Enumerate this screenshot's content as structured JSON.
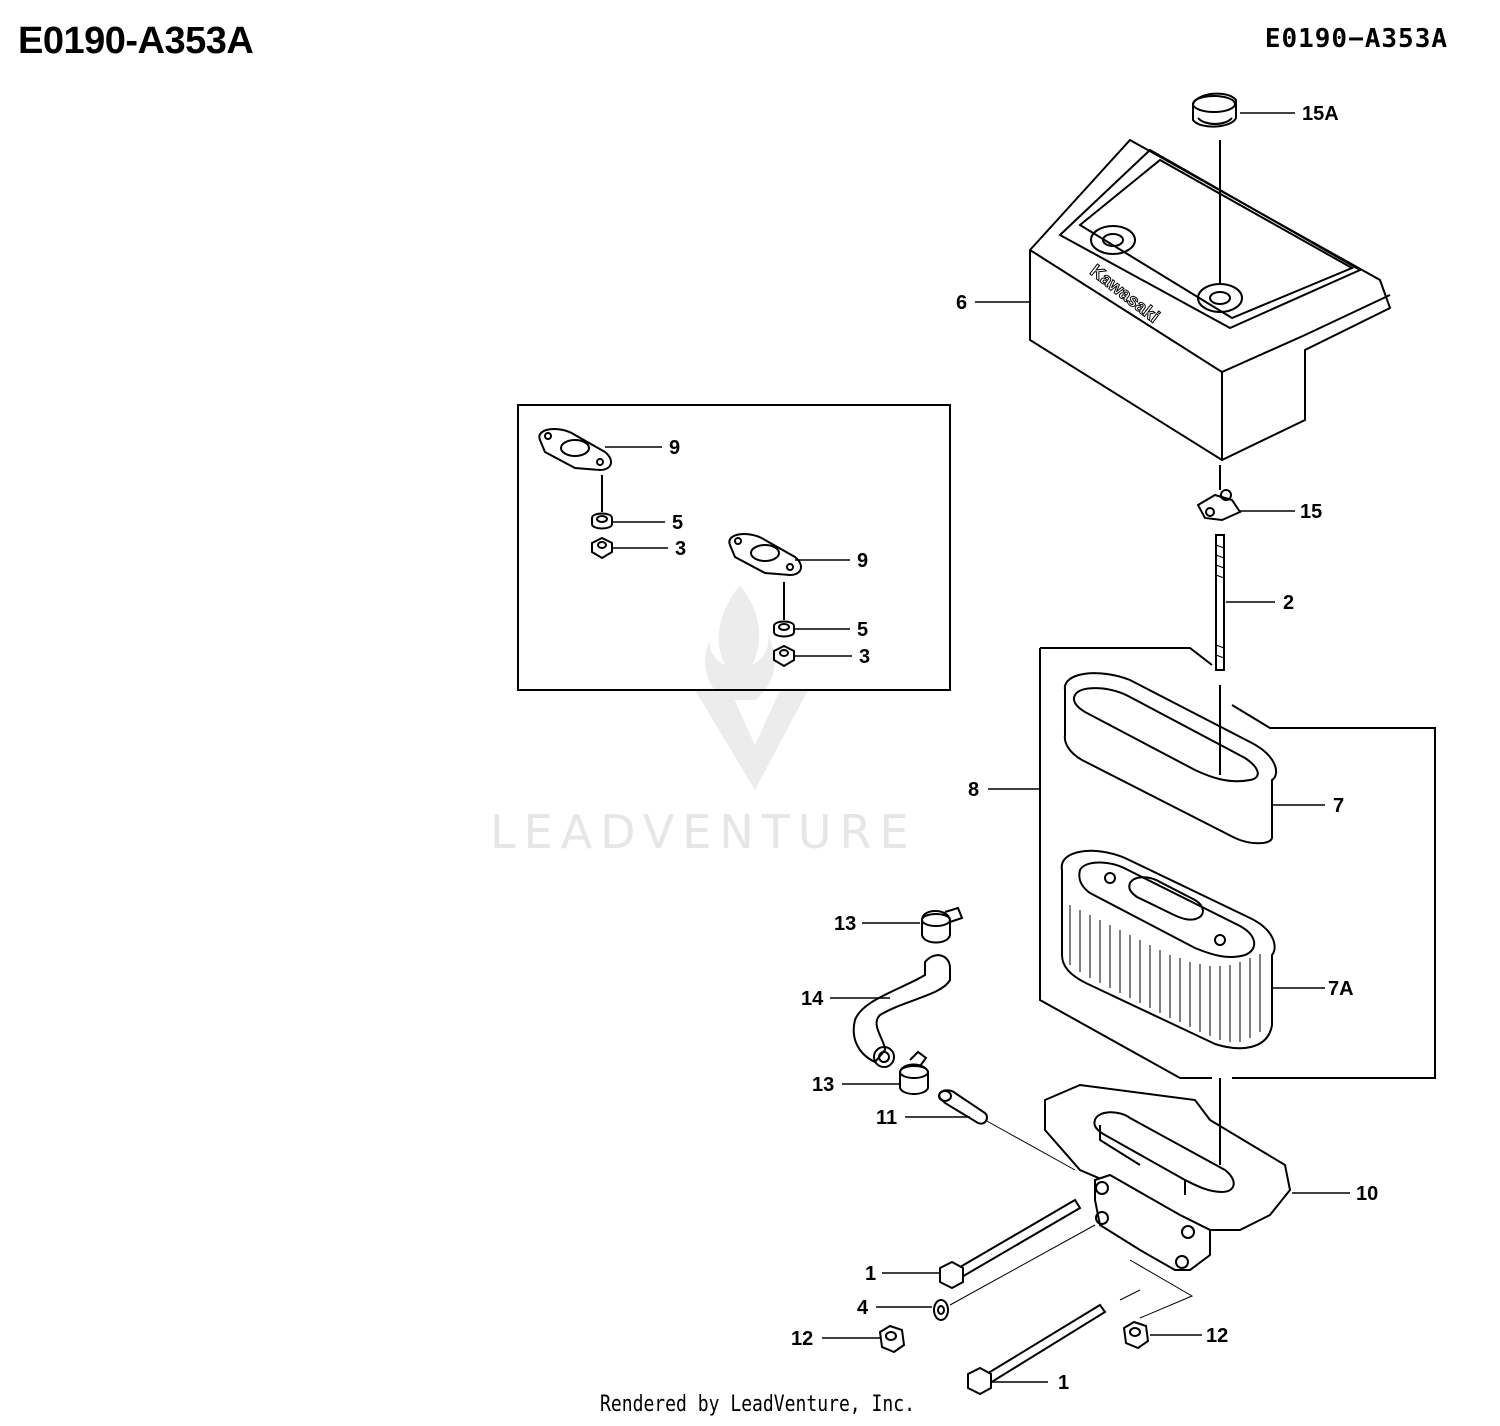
{
  "header": {
    "title_left": "E0190-A353A",
    "title_right": "E0190−A353A"
  },
  "watermark": {
    "text": "LEADVENTURE"
  },
  "cover": {
    "brand": "Kawasaki"
  },
  "footer": {
    "text": "Rendered by LeadVenture, Inc."
  },
  "callouts": [
    {
      "id": "15A",
      "label": "15A"
    },
    {
      "id": "6",
      "label": "6"
    },
    {
      "id": "15",
      "label": "15"
    },
    {
      "id": "2",
      "label": "2"
    },
    {
      "id": "8",
      "label": "8"
    },
    {
      "id": "7",
      "label": "7"
    },
    {
      "id": "7A",
      "label": "7A"
    },
    {
      "id": "13a",
      "label": "13"
    },
    {
      "id": "14",
      "label": "14"
    },
    {
      "id": "13b",
      "label": "13"
    },
    {
      "id": "11",
      "label": "11"
    },
    {
      "id": "10",
      "label": "10"
    },
    {
      "id": "1a",
      "label": "1"
    },
    {
      "id": "4",
      "label": "4"
    },
    {
      "id": "12a",
      "label": "12"
    },
    {
      "id": "12b",
      "label": "12"
    },
    {
      "id": "1b",
      "label": "1"
    },
    {
      "id": "9a",
      "label": "9"
    },
    {
      "id": "5a",
      "label": "5"
    },
    {
      "id": "3a",
      "label": "3"
    },
    {
      "id": "9b",
      "label": "9"
    },
    {
      "id": "5b",
      "label": "5"
    },
    {
      "id": "3b",
      "label": "3"
    }
  ]
}
